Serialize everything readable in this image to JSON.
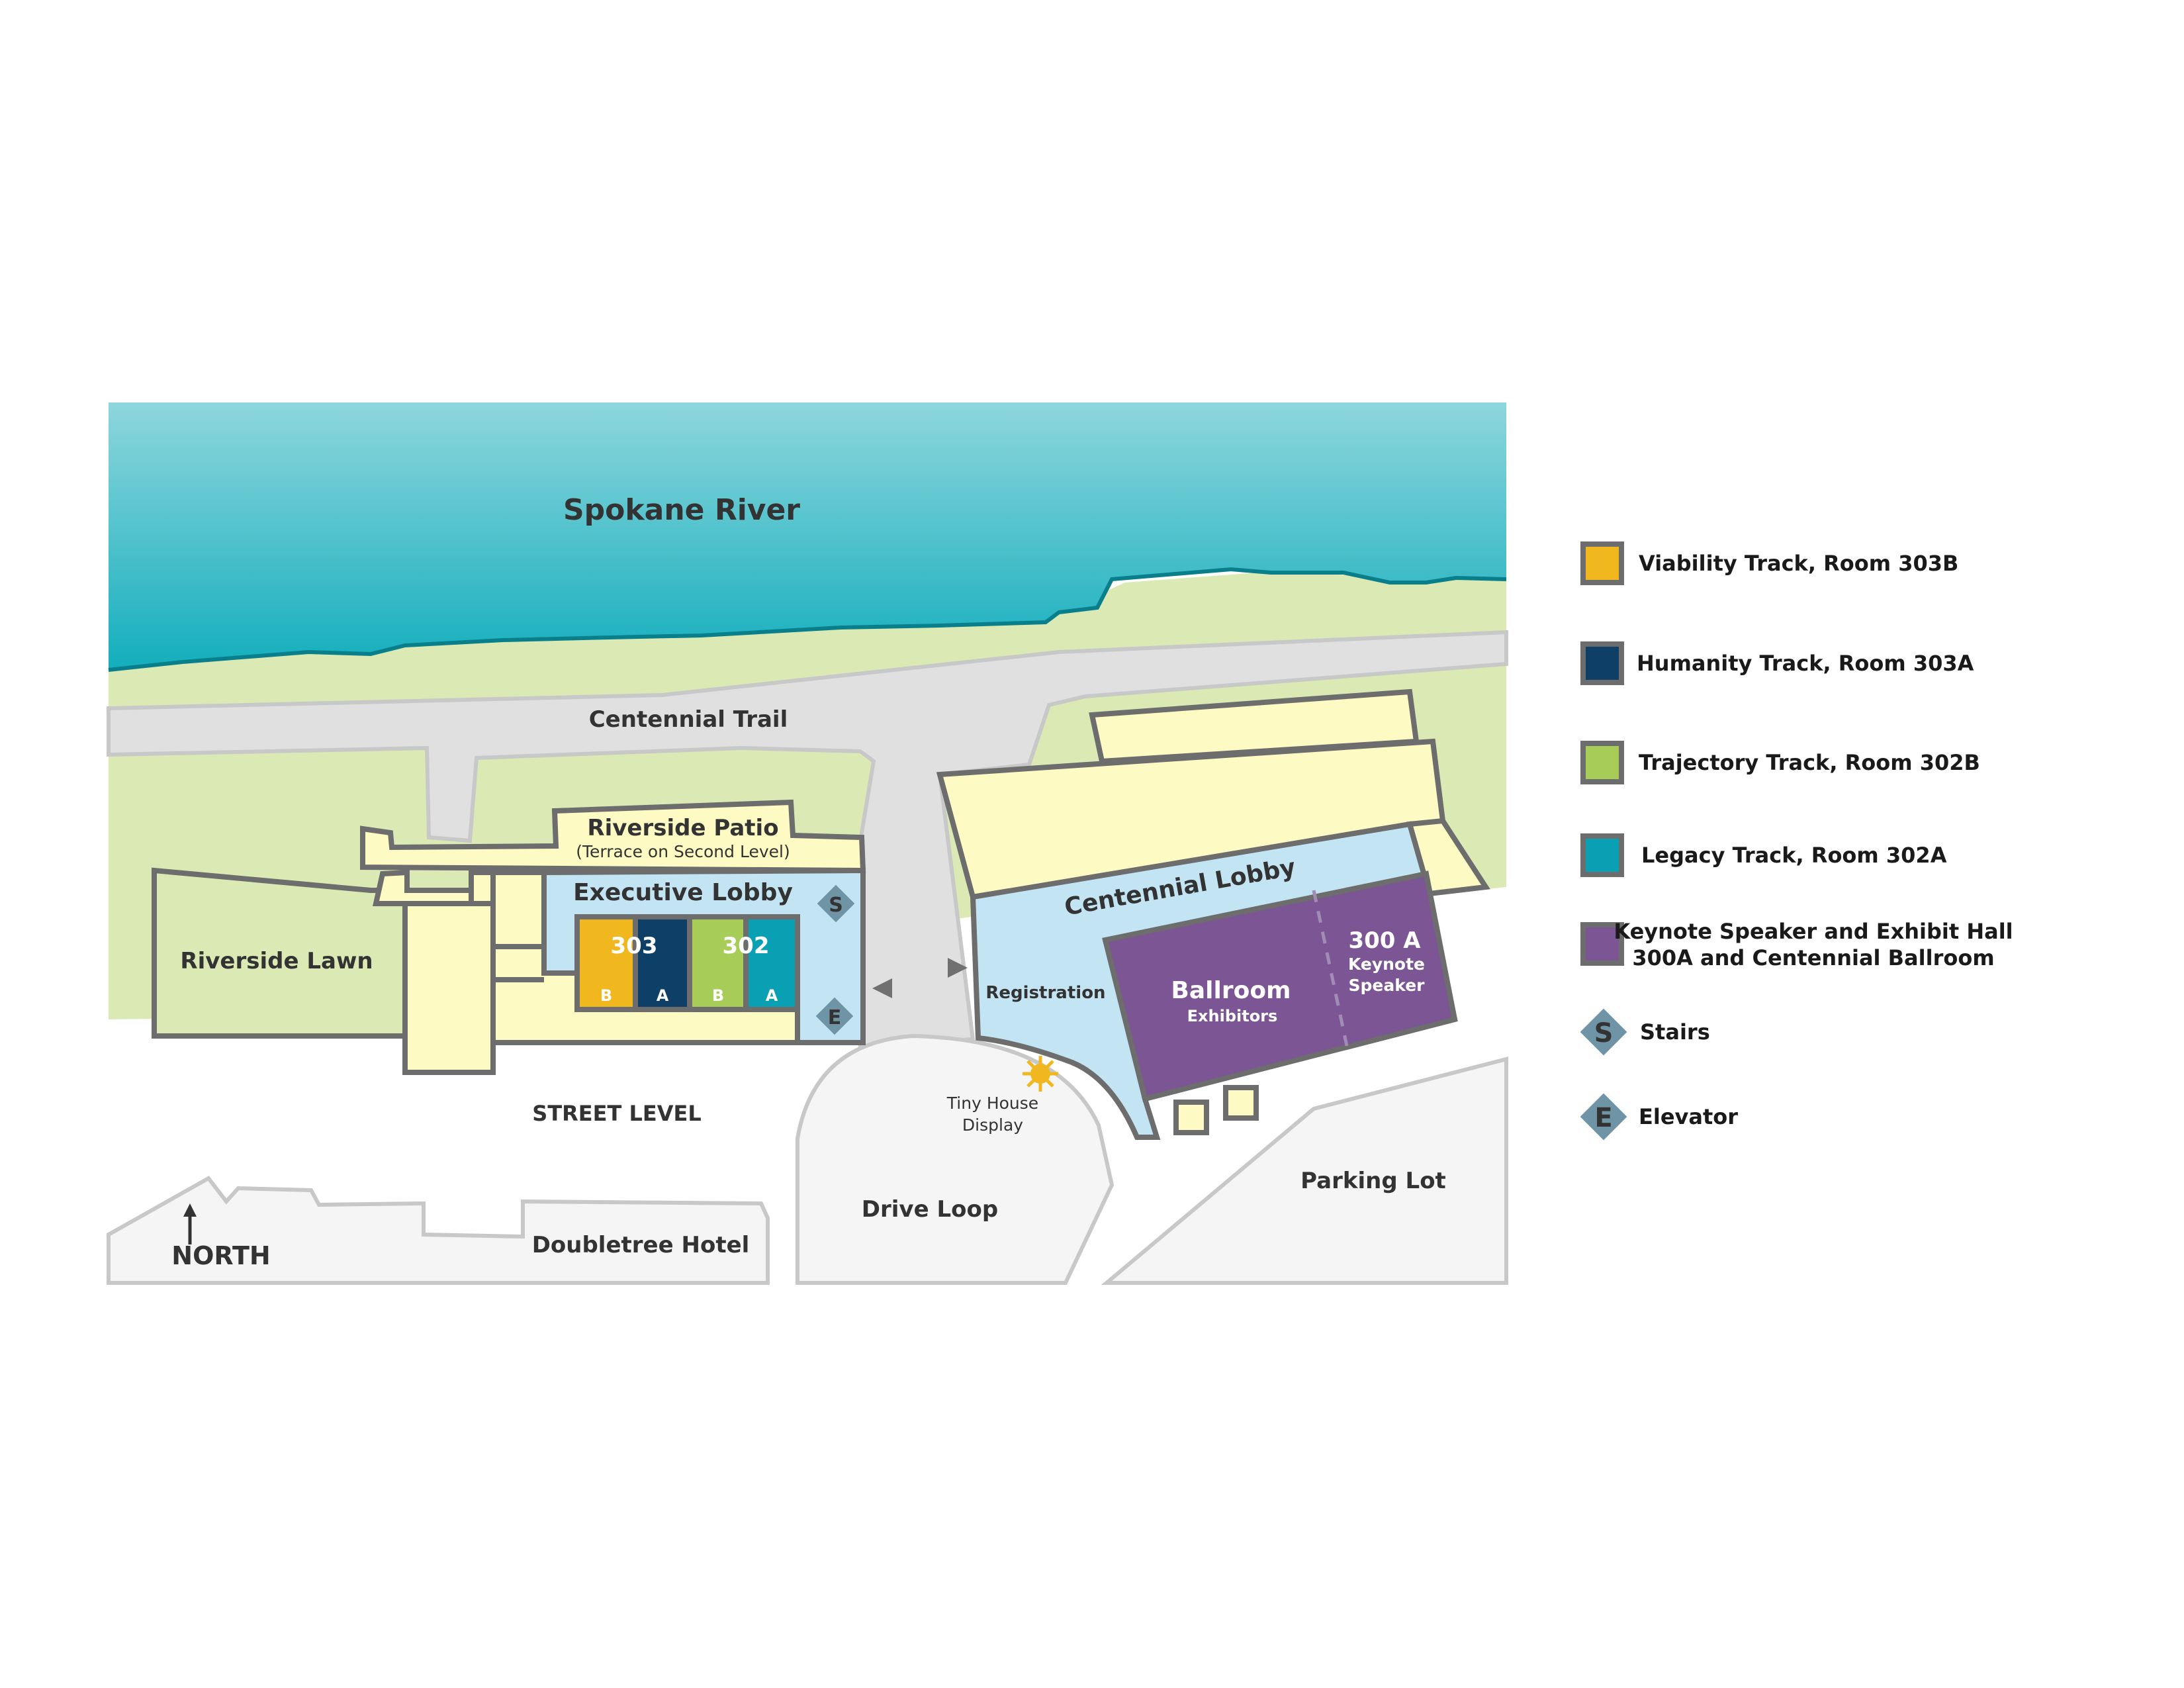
{
  "map": {
    "river": "Spokane River",
    "trail": "Centennial Trail",
    "riverside_patio": "Riverside Patio",
    "riverside_patio_sub": "(Terrace on Second Level)",
    "riverside_lawn": "Riverside Lawn",
    "executive_lobby": "Executive Lobby",
    "room_303": "303",
    "room_302": "302",
    "room_303b": "B",
    "room_303a": "A",
    "room_302b": "B",
    "room_302a": "A",
    "stairs_marker": "S",
    "elevator_marker": "E",
    "centennial_lobby": "Centennial Lobby",
    "registration": "Registration",
    "ballroom": "Ballroom",
    "ballroom_sub": "Exhibitors",
    "room_300a": "300 A",
    "room_300a_sub1": "Keynote",
    "room_300a_sub2": "Speaker",
    "street_level": "STREET LEVEL",
    "tiny_house_1": "Tiny House",
    "tiny_house_2": "Display",
    "drive_loop": "Drive Loop",
    "parking_lot": "Parking Lot",
    "doubletree": "Doubletree Hotel",
    "north": "NORTH"
  },
  "legend": [
    {
      "color": "#f0b71e",
      "lines": [
        "Viability Track, Room 303B"
      ]
    },
    {
      "color": "#0e3f66",
      "lines": [
        "Humanity Track, Room 303A"
      ]
    },
    {
      "color": "#a7cd58",
      "lines": [
        "Trajectory Track, Room 302B"
      ]
    },
    {
      "color": "#0aa0b3",
      "lines": [
        "Legacy Track, Room 302A"
      ]
    },
    {
      "color": "#7b5594",
      "lines": [
        "Keynote Speaker and Exhibit Hall",
        "300A and Centennial Ballroom"
      ]
    }
  ],
  "legend_symbols": {
    "stairs_letter": "S",
    "stairs_label": "Stairs",
    "elevator_letter": "E",
    "elevator_label": "Elevator"
  },
  "colors": {
    "river_top": "#8ed6dc",
    "river_bottom": "#13aebd",
    "grass": "#dbeab4",
    "path": "#e0e0e0",
    "building": "#fdfbc3",
    "lobby": "#c3e4f2",
    "outline": "#6d6d6d",
    "marker": "#6e94a6"
  }
}
